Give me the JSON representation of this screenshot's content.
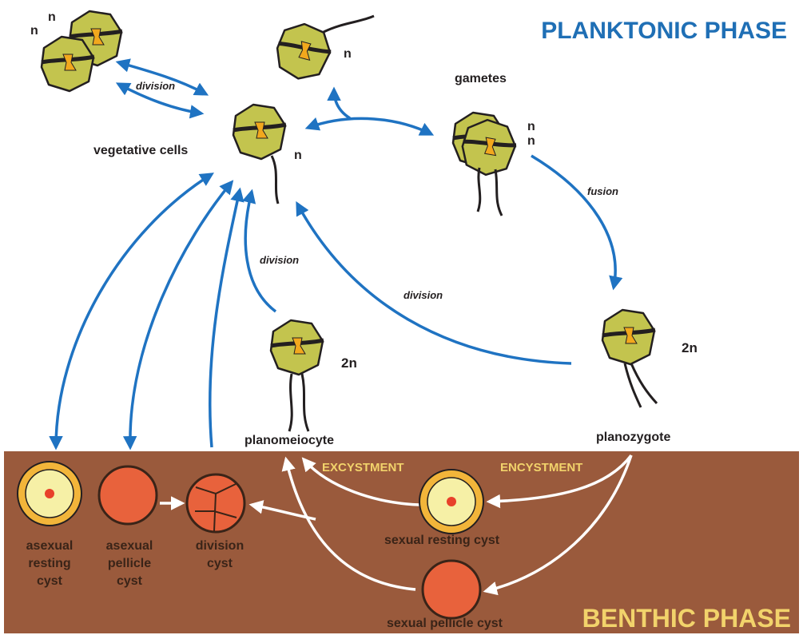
{
  "phases": {
    "planktonic": "PLANKTONIC PHASE",
    "benthic": "BENTHIC PHASE"
  },
  "labels": {
    "vegetative_cells": "vegetative cells",
    "gametes": "gametes",
    "planomeiocyte": "planomeiocyte",
    "planozygote": "planozygote",
    "division_top": "division",
    "division_mid": "division",
    "division_right": "division",
    "fusion": "fusion",
    "excystment": "EXCYSTMENT",
    "encystment": "ENCYSTMENT",
    "sexual_resting_cyst": "sexual resting cyst",
    "sexual_pellicle_cyst": "sexual pellicle cyst",
    "asexual_resting_cyst": [
      "asexual",
      "resting",
      "cyst"
    ],
    "asexual_pellicle_cyst": [
      "asexual",
      "pellicle",
      "cyst"
    ],
    "division_cyst": [
      "division",
      "cyst"
    ]
  },
  "ploidy": {
    "veg_group_1": "n",
    "veg_group_2": "n",
    "top_cell": "n",
    "vegetative": "n",
    "gamete_1": "n",
    "gamete_2": "n",
    "planomeiocyte": "2n",
    "planozygote": "2n"
  },
  "colors": {
    "planktonic_title": "#1f6fb5",
    "benthic_title": "#f2d36b",
    "benthic_bg": "#9a5a3c",
    "arrow_blue": "#1f73c2",
    "arrow_white": "#ffffff",
    "excystment_text": "#f2d36b",
    "cell_fill": "#c3c44e",
    "nucleus": "#f2a81d",
    "cyst_red": "#e8623c",
    "cyst_yellow": "#f6f0a6"
  }
}
